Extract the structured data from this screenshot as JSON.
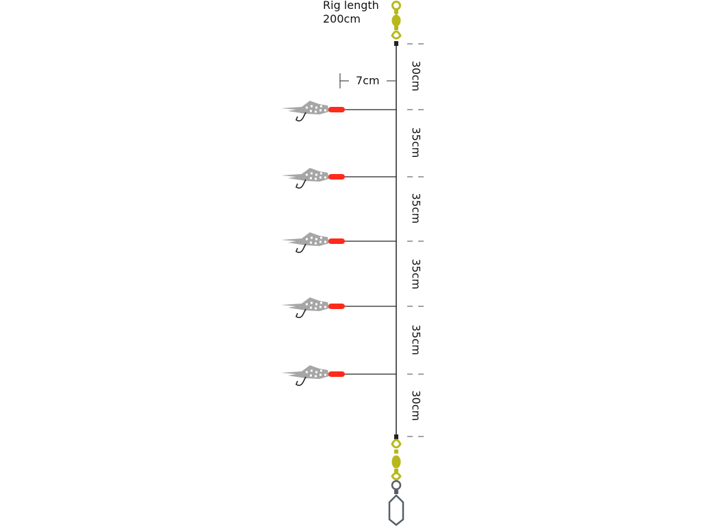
{
  "title": {
    "line1": "Rig length",
    "line2": "200cm"
  },
  "leader_label": "7cm",
  "segments": [
    {
      "label": "30cm"
    },
    {
      "label": "35cm"
    },
    {
      "label": "35cm"
    },
    {
      "label": "35cm"
    },
    {
      "label": "35cm"
    },
    {
      "label": "30cm"
    }
  ],
  "hooks_count": 5,
  "colors": {
    "line": "#222222",
    "swivel": "#b8b81a",
    "bead": "#ff2a1a",
    "skirt": "#a6a6a6",
    "snap": "#555f66",
    "dash": "#444444"
  },
  "icons": [
    "top-swivel-icon",
    "bottom-swivel-icon",
    "snap-clip-icon",
    "hook-icon",
    "bead-icon",
    "skirt-icon"
  ]
}
